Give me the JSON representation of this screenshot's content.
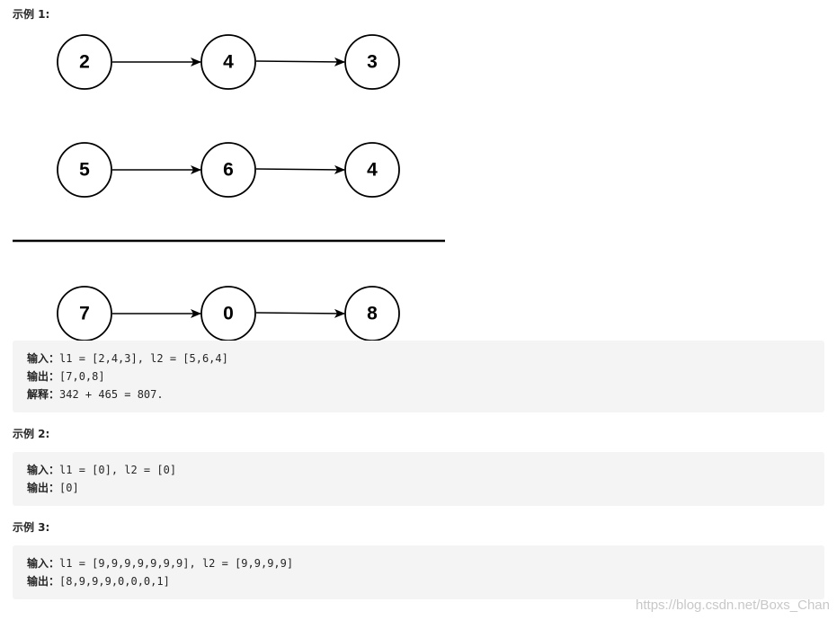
{
  "examples": [
    {
      "title": "示例 1:",
      "input_label": "输入：",
      "input_value": "l1 = [2,4,3], l2 = [5,6,4]",
      "output_label": "输出：",
      "output_value": "[7,0,8]",
      "explain_label": "解释：",
      "explain_value": "342 + 465 = 807."
    },
    {
      "title": "示例 2:",
      "input_label": "输入：",
      "input_value": "l1 = [0], l2 = [0]",
      "output_label": "输出：",
      "output_value": "[0]"
    },
    {
      "title": "示例 3:",
      "input_label": "输入：",
      "input_value": "l1 = [9,9,9,9,9,9,9], l2 = [9,9,9,9]",
      "output_label": "输出：",
      "output_value": "[8,9,9,9,0,0,0,1]"
    }
  ],
  "diagram": {
    "list1": [
      "2",
      "4",
      "3"
    ],
    "list2": [
      "5",
      "6",
      "4"
    ],
    "result": [
      "7",
      "0",
      "8"
    ]
  },
  "watermark": "https://blog.csdn.net/Boxs_Chan"
}
